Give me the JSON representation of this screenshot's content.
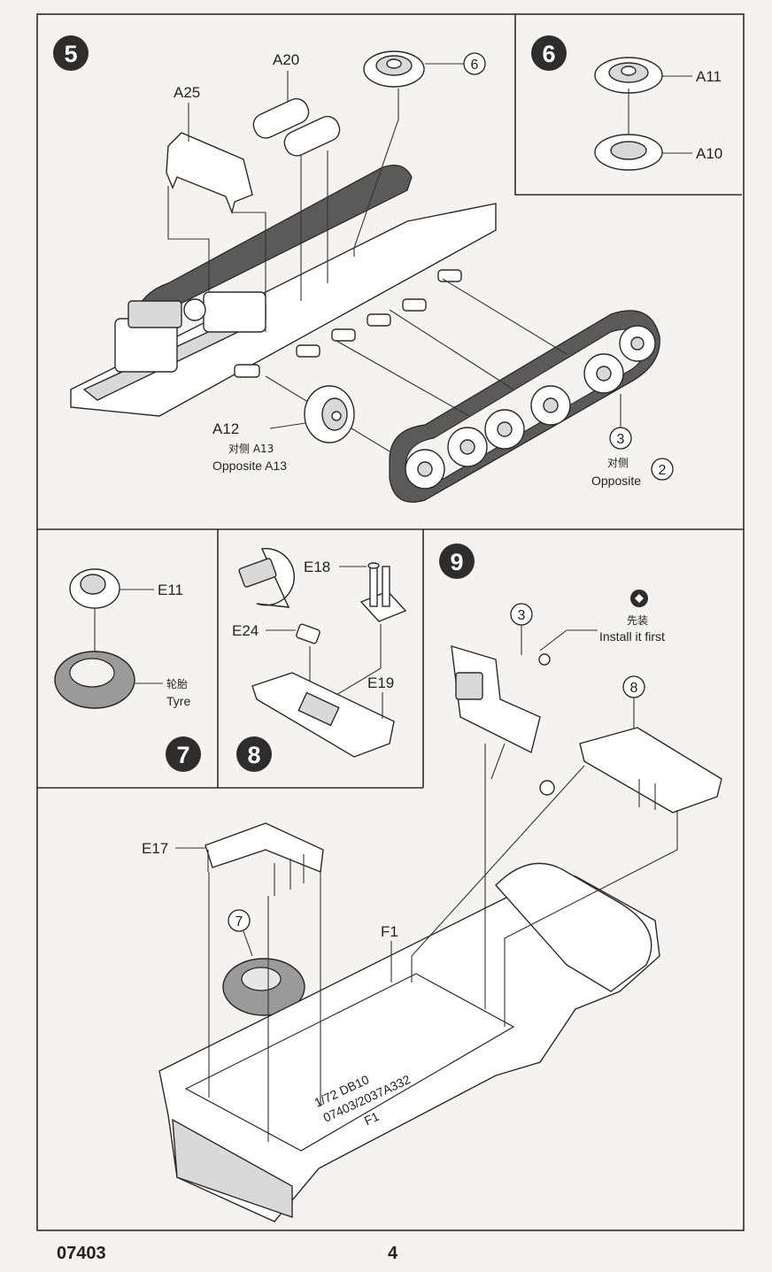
{
  "steps": {
    "s5": {
      "number": "5"
    },
    "s6": {
      "number": "6"
    },
    "s7": {
      "number": "7"
    },
    "s8": {
      "number": "8"
    },
    "s9": {
      "number": "9"
    }
  },
  "labels": {
    "a25": "A25",
    "a20": "A20",
    "a11": "A11",
    "a10": "A10",
    "a12": "A12",
    "opposite_a13_cn": "对侧 A13",
    "opposite_a13": "Opposite A13",
    "opposite_cn": "对侧",
    "opposite": "Opposite",
    "e11": "E11",
    "tyre_cn": "轮胎",
    "tyre": "Tyre",
    "e18": "E18",
    "e24": "E24",
    "e19": "E19",
    "install_first_cn": "先装",
    "install_first": "Install it first",
    "e17": "E17",
    "f1": "F1",
    "chassis_mark_1": "1/72 DB10",
    "chassis_mark_2": "07403/2037A332",
    "chassis_mark_3": "F1"
  },
  "refs": {
    "r6": "6",
    "r3a": "3",
    "r2": "2",
    "r3b": "3",
    "r8": "8",
    "r7": "7"
  },
  "footer": {
    "code": "07403",
    "page": "4"
  }
}
